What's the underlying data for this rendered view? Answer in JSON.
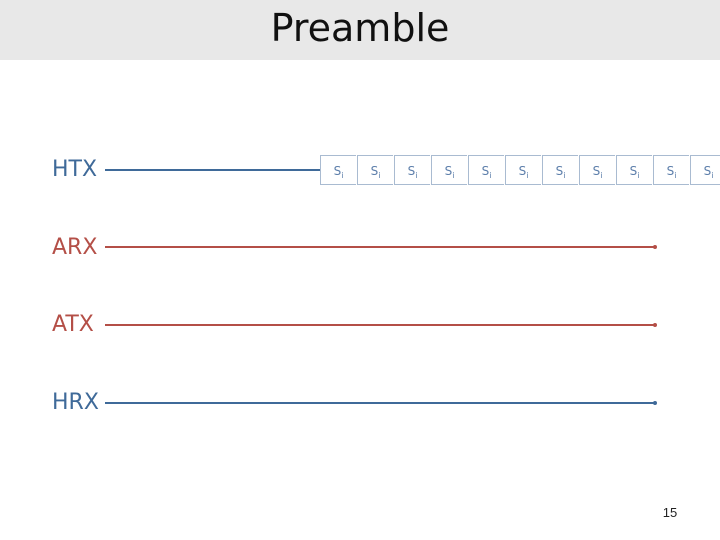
{
  "slide": {
    "title": "Preamble",
    "page_number": "15"
  },
  "lanes": [
    {
      "label": "HTX",
      "color": "#3f6a99"
    },
    {
      "label": "ARX",
      "color": "#b44f47"
    },
    {
      "label": "ATX",
      "color": "#b44f47"
    },
    {
      "label": "HRX",
      "color": "#3f6a99"
    }
  ],
  "symbols": {
    "base": "S",
    "subscript": "i",
    "visible_count": 11,
    "box_border_color": "#a9bbd1",
    "text_color": "#5d7fab"
  }
}
